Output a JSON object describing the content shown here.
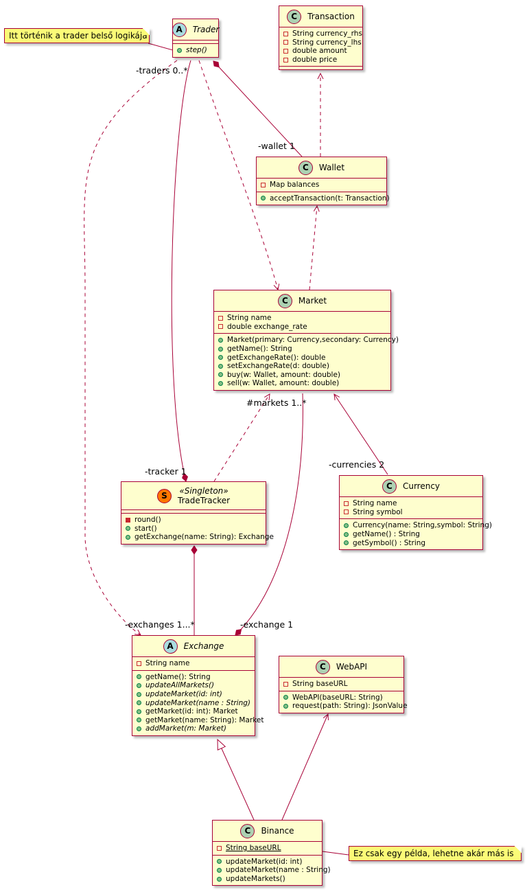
{
  "classes": {
    "trader": {
      "badge": "A",
      "name": "Trader",
      "methods": [
        "step()"
      ]
    },
    "transaction": {
      "badge": "C",
      "name": "Transaction",
      "fields": [
        "String currency_rhs",
        "String currency_lhs",
        "double amount",
        "double price"
      ]
    },
    "wallet": {
      "badge": "C",
      "name": "Wallet",
      "fields": [
        "Map balances"
      ],
      "methods": [
        "acceptTransaction(t: Transaction)"
      ]
    },
    "market": {
      "badge": "C",
      "name": "Market",
      "fields": [
        "String name",
        "double exchange_rate"
      ],
      "methods": [
        "Market(primary: Currency,secondary: Currency)",
        "getName(): String",
        "getExchangeRate(): double",
        "setExchangeRate(d: double)",
        "buy(w: Wallet, amount: double)",
        "sell(w: Wallet, amount: double)"
      ]
    },
    "tradetracker": {
      "badge": "S",
      "stereotype": "«Singleton»",
      "name": "TradeTracker",
      "methods": [
        "round()",
        "start()",
        "getExchange(name: String): Exchange"
      ]
    },
    "currency": {
      "badge": "C",
      "name": "Currency",
      "fields": [
        "String name",
        "String symbol"
      ],
      "methods": [
        "Currency(name: String,symbol: String)",
        "getName() : String",
        "getSymbol() : String"
      ]
    },
    "exchange": {
      "badge": "A",
      "name": "Exchange",
      "fields": [
        "String name"
      ],
      "methods": [
        "getName(): String",
        "updateAllMarkets()",
        "updateMarket(id: int)",
        "updateMarket(name : String)",
        "getMarket(id: int): Market",
        "getMarket(name: String): Market",
        "addMarket(m: Market)"
      ]
    },
    "webapi": {
      "badge": "C",
      "name": "WebAPI",
      "fields": [
        "String baseURL"
      ],
      "methods": [
        "WebAPI(baseURL: String)",
        "request(path: String): JsonValue"
      ]
    },
    "binance": {
      "badge": "C",
      "name": "Binance",
      "fields": [
        "String baseURL"
      ],
      "methods": [
        "updateMarket(id: int)",
        "updateMarket(name : String)",
        "updateMarkets()"
      ]
    }
  },
  "notes": {
    "trader_note": "Itt történik a trader belső logikája",
    "binance_note": "Ez csak egy példa, lehetne akár más is"
  },
  "role_labels": {
    "traders": "-traders 0..*",
    "wallet": "-wallet 1",
    "markets": "#markets 1..*",
    "tracker": "-tracker 1",
    "currencies": "-currencies 2",
    "exchanges": "-exchanges 1...*",
    "exchange": "-exchange 1"
  },
  "colors": {
    "border": "#a80036",
    "class_fill": "#fefece",
    "note_fill": "#fbfb77",
    "badge_class": "#add1b2",
    "badge_abstract": "#a9dcdf",
    "badge_singleton": "#ff7700"
  }
}
